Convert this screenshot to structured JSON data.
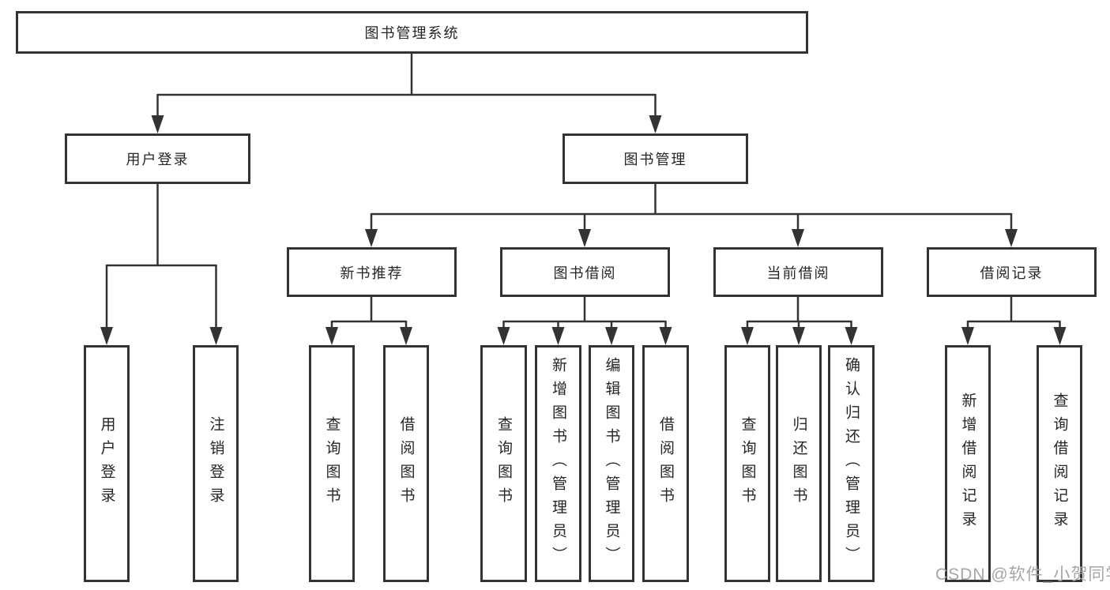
{
  "diagram_title": "图书管理系统",
  "nodes": {
    "root": "图书管理系统",
    "user_login": "用户登录",
    "book_mgmt": "图书管理",
    "new_books": "新书推荐",
    "book_borrow": "图书借阅",
    "current_borrow": "当前借阅",
    "borrow_records": "借阅记录",
    "leaves": {
      "user_login_1": "用户登录",
      "user_login_2": "注销登录",
      "new_books_1": "查询图书",
      "new_books_2": "借阅图书",
      "book_borrow_1": "查询图书",
      "book_borrow_2": "新增图书（管理员）",
      "book_borrow_3": "编辑图书（管理员）",
      "book_borrow_4": "借阅图书",
      "current_borrow_1": "查询图书",
      "current_borrow_2": "归还图书",
      "current_borrow_3": "确认归还（管理员）",
      "borrow_records_1": "新增借阅记录",
      "borrow_records_2": "查询借阅记录"
    }
  },
  "watermark": "CSDN @软件_小贺同学",
  "colors": {
    "line": "#333333",
    "box_border": "#333333",
    "text": "#262626",
    "watermark": "#a6a6a6",
    "background": "#ffffff"
  }
}
